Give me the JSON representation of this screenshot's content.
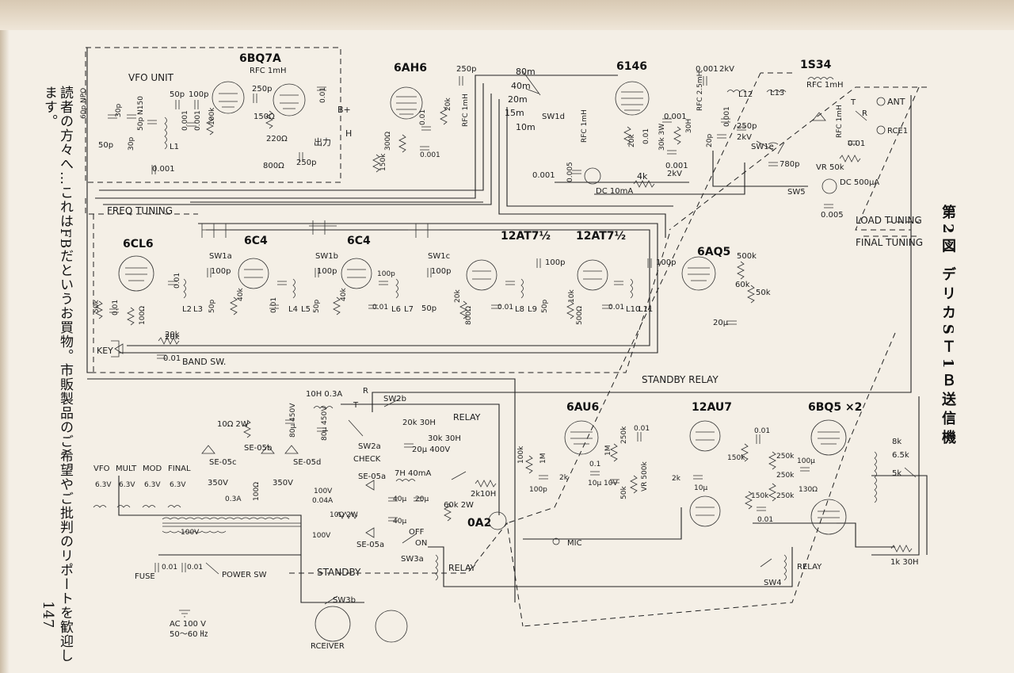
{
  "caption": {
    "left_note": "読者の方々へ…これはFBだというお買物。市販製品のご希望やご批判のリポートを歓迎します。",
    "page_number": "147",
    "figure_title": "第2図 デリカSＴ1Ｂ送信機"
  },
  "blocks": {
    "vfo_unit": "VFO UNIT",
    "freq_tuning": "FREQ TUNING",
    "band_sw": "BAND SW.",
    "standby_relay": "STANDBY RELAY",
    "load_tuning": "LOAD TUNING",
    "final_tuning": "FINAL TUNING",
    "standby": "STANDBY"
  },
  "tubes": [
    "6BQ7A",
    "6AH6",
    "6146",
    "1S34",
    "6CL6",
    "6C4",
    "6C4",
    "12AT7½",
    "12AT7½",
    "6AQ5",
    "6AU6",
    "12AU7",
    "6BQ5 ×2",
    "0A2"
  ],
  "labels": {
    "vfo_60p": "60p NPO",
    "vfo_30p": "30p",
    "vfo_50p_a": "50p",
    "vfo_50p_npo": "50p N150",
    "vfo_30p_b": "30p",
    "vfo_50p_b": "50p",
    "vfo_100p": "100p",
    "vfo_0001_a": "0.001",
    "vfo_L1": "L1",
    "vfo_0001_b": "0.001",
    "vfo_0001_c": "0.001",
    "vfo_100k": "100k",
    "rfc1": "RFC 1mH",
    "v_250p": "250p",
    "v_150": "150Ω",
    "v_220": "220Ω",
    "v_800": "800Ω",
    "v_250p_b": "250p",
    "v_001": "0.01",
    "v_bplus": "B+",
    "v_h": "H",
    "v_out": "出力",
    "ah_250p": "250p",
    "ah_rfc": "RFC 1mH",
    "ah_20k": "20k",
    "ah_300": "300Ω",
    "ah_150k": "150k",
    "ah_001": "0.001",
    "ah_001b": "0.01",
    "b80": "80m",
    "b40": "40m",
    "b20": "20m",
    "b15": "15m",
    "b10": "10m",
    "sw1d": "SW1d",
    "f_0001": "0.001",
    "f_2kv": "2kV",
    "f_rfc": "RFC 2.5mH",
    "f_0001b": "0.001",
    "f_rfc1": "RFC 1mH",
    "f_20k": "20k",
    "f_001": "0.01",
    "f_30k": "30k 3W",
    "f_30h": "30H",
    "f_0001c": "0.001",
    "f_2kvb": "2kV",
    "f_0001d": "0.001",
    "f_0005": "0.005",
    "f_dc10": "DC 10mA",
    "f_4k": "4k",
    "f_20p": "20p",
    "f_0001e": "0.001",
    "f_250p": "250p",
    "f_2kvc": "2kV",
    "f_L12": "L12",
    "f_L13": "L13",
    "f_sw1e": "SW1e",
    "f_780p": "780p",
    "o_rfc": "RFC 1mH",
    "o_rfc1": "RFC 1mH",
    "o_r": "R",
    "o_t": "T",
    "o_ant": "ANT",
    "o_rce": "RCE1",
    "o_001": "0.01",
    "o_vr50k": "VR 50k",
    "o_sw5": "SW5",
    "o_dc500": "DC 500μA",
    "o_0005": "0.005",
    "m_sw1a": "SW1a",
    "m_sw1b": "SW1b",
    "m_sw1c": "SW1c",
    "m_100p_a": "100p",
    "m_100p_b": "100p",
    "m_100p_c": "100p",
    "m_100p_d": "100p",
    "m_100p_e": "100p",
    "m_100p_f": "100p",
    "m_50k": "50k",
    "m_001a": "0.01",
    "m_100": "100Ω",
    "m_20k": "20k",
    "m_001b": "0.01",
    "m_L2": "L2",
    "m_L3": "L3",
    "m_50p": "50p",
    "m_40k": "40k",
    "m_001c": "0.01",
    "m_L4": "L4",
    "m_L5": "L5",
    "m_50p_b": "50p",
    "m_40k_b": "40k",
    "m_001d": "0.01",
    "m_L6": "L6",
    "m_L7": "L7",
    "m_50p_c": "50p",
    "m_20k_b": "20k",
    "m_800": "800Ω",
    "m_001e": "0.01",
    "m_L8": "L8",
    "m_L9": "L9",
    "m_50p_d": "50p",
    "m_10k": "10k",
    "m_500": "500Ω",
    "m_001f": "0.01",
    "m_L10": "L10",
    "m_L11": "L11",
    "m_500k": "500k",
    "m_60k": "60k",
    "m_50k_b": "50k",
    "m_20u": "20μ",
    "m_key": "KEY",
    "m_20k_c": "20k",
    "m_001g": "0.01",
    "p_vfo": "VFO",
    "p_mult": "MULT",
    "p_mod": "MOD",
    "p_final": "FINAL",
    "p_63a": "6.3V",
    "p_63b": "6.3V",
    "p_63c": "6.3V",
    "p_63d": "6.3V",
    "p_10": "10Ω 2W",
    "p_se05b": "SE-05b",
    "p_se05c": "SE-05c",
    "p_se05d": "SE-05d",
    "p_350a": "350V",
    "p_350b": "350V",
    "p_100a": "100Ω",
    "p_03a": "0.3A",
    "p_100v": "100V",
    "p_10h": "10H 0.3A",
    "p_80u": "80μ 450V",
    "p_80u_b": "80μ 450V",
    "p_r": "R",
    "p_t": "T",
    "p_sw2b": "SW2b",
    "p_sw2a": "SW2a",
    "p_check": "CHECK",
    "p_20k30h": "20k 30H",
    "p_relay": "RELAY",
    "p_30k30h": "30k 30H",
    "p_20u400": "20μ 400V",
    "p_se05a": "SE-05a",
    "p_7h": "7H 40mA",
    "p_40u": "40μ",
    "p_20u": "20μ",
    "p_60k": "60k 2W",
    "p_2k": "2k",
    "p_10h_b": "10H",
    "p_40u_b": "40μ",
    "p_100v_b": "100V",
    "p_004": "0.04A",
    "p_10b": "10Ω 2W",
    "p_100v_c": "100V",
    "p_se05a_b": "SE-05a",
    "p_off": "OFF",
    "p_on": "ON",
    "p_sw3a": "SW3a",
    "p_relay_b": "RELAY",
    "p_fuse": "FUSE",
    "p_001a": "0.01",
    "p_001b": "0.01",
    "p_power": "POWER SW",
    "p_ac": "AC 100 V",
    "p_hz": "50〜60 ㎐",
    "p_sw3b": "SW3b",
    "p_rceiver": "RCEIVER",
    "a_100k": "100k",
    "a_1m": "1M",
    "a_2k": "2k",
    "a_01": "0.1",
    "a_10u": "10μ 10V",
    "a_100p": "100p",
    "a_50k": "50k",
    "a_mic": "MIC",
    "a_250k": "250k",
    "a_001": "0.01",
    "a_1m_b": "1M",
    "a_vr": "VR 500k",
    "a_2k_b": "2k",
    "a_10u_b": "10μ",
    "a_001b": "0.01",
    "a_150k": "150k",
    "a_250k_b": "250k",
    "a_250k_c": "250k",
    "a_250k_d": "250k",
    "a_150k_b": "150k",
    "a_001c": "0.01",
    "a_100u": "100μ",
    "a_130": "130Ω",
    "a_8k": "8k",
    "a_65k": "6.5k",
    "a_5k": "5k",
    "a_1k30h": "1k 30H",
    "a_relay": "RELAY",
    "a_sw4": "SW4"
  }
}
